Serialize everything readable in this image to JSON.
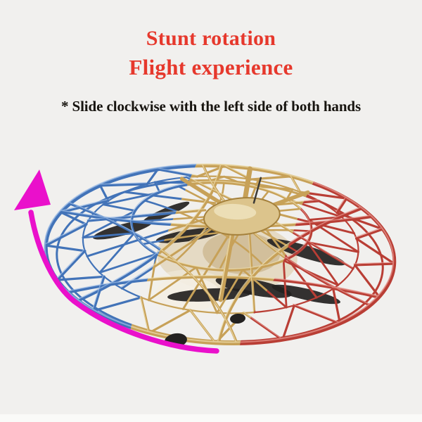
{
  "page": {
    "background": "#f1f0ee",
    "footer_strip": "#fafaf8"
  },
  "header": {
    "title_line1": "Stunt rotation",
    "title_line2": "Flight experience",
    "title_color": "#e6382c",
    "note": "* Slide clockwise with the left side of both hands",
    "note_color": "#17140f"
  },
  "figure": {
    "subject": "tri-color caged mini UFO drone",
    "rotation_arrow": {
      "icon": "rotation-arrow-icon",
      "color": "#ea10cb"
    },
    "drone_colors": {
      "blue": "#4273b8",
      "blue_light": "#9cbce6",
      "gold": "#c7a158",
      "gold_light": "#eddcab",
      "red": "#b93e35",
      "red_light": "#e6948c",
      "hub_fill": "#dcc48c",
      "hub_edge": "#a5813c",
      "hub_highlight": "#efe3bd",
      "interior_glow": "#f4efe4",
      "propeller": "#232120"
    }
  }
}
